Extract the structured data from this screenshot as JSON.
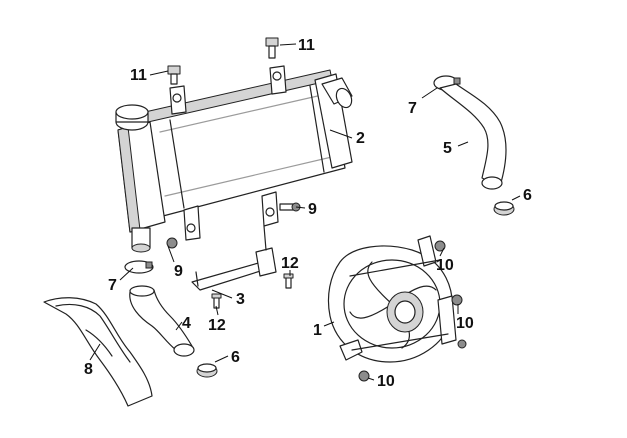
{
  "callouts": {
    "radiator": "2",
    "fan_assembly": "1",
    "bracket": "3",
    "lower_hose": "4",
    "upper_hose": "5",
    "clamp_upper_hose_end": "6",
    "clamp_lower_hose_end": "6",
    "clamp_upper_hose_top": "7",
    "clamp_lower_hose_top": "7",
    "air_duct": "8",
    "nut_bracket_left": "9",
    "nut_bracket_right": "9",
    "nut_fan_top": "10",
    "nut_fan_right": "10",
    "nut_fan_bottom": "10",
    "bolt_radiator_left": "11",
    "bolt_radiator_right": "11",
    "screw_bracket_right": "12",
    "screw_bracket_bottom": "12"
  }
}
